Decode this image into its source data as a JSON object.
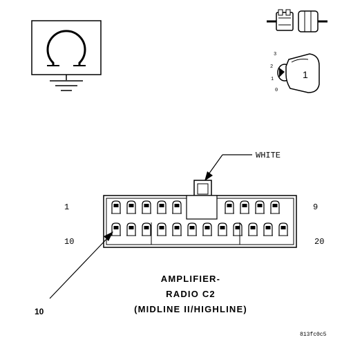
{
  "connector": {
    "pin_label_top_left": "1",
    "pin_label_top_right": "9",
    "pin_label_bottom_left": "10",
    "pin_label_bottom_right": "20",
    "color_label": "WHITE",
    "callout_pin": "10",
    "title_line1": "AMPLIFIER-",
    "title_line2": "RADIO C2",
    "title_line3": "(MIDLINE II/HIGHLINE)"
  },
  "key_switch": {
    "positions": [
      "3",
      "2",
      "1",
      "0"
    ],
    "key_number": "1"
  },
  "figure_code": "813fc0c5"
}
